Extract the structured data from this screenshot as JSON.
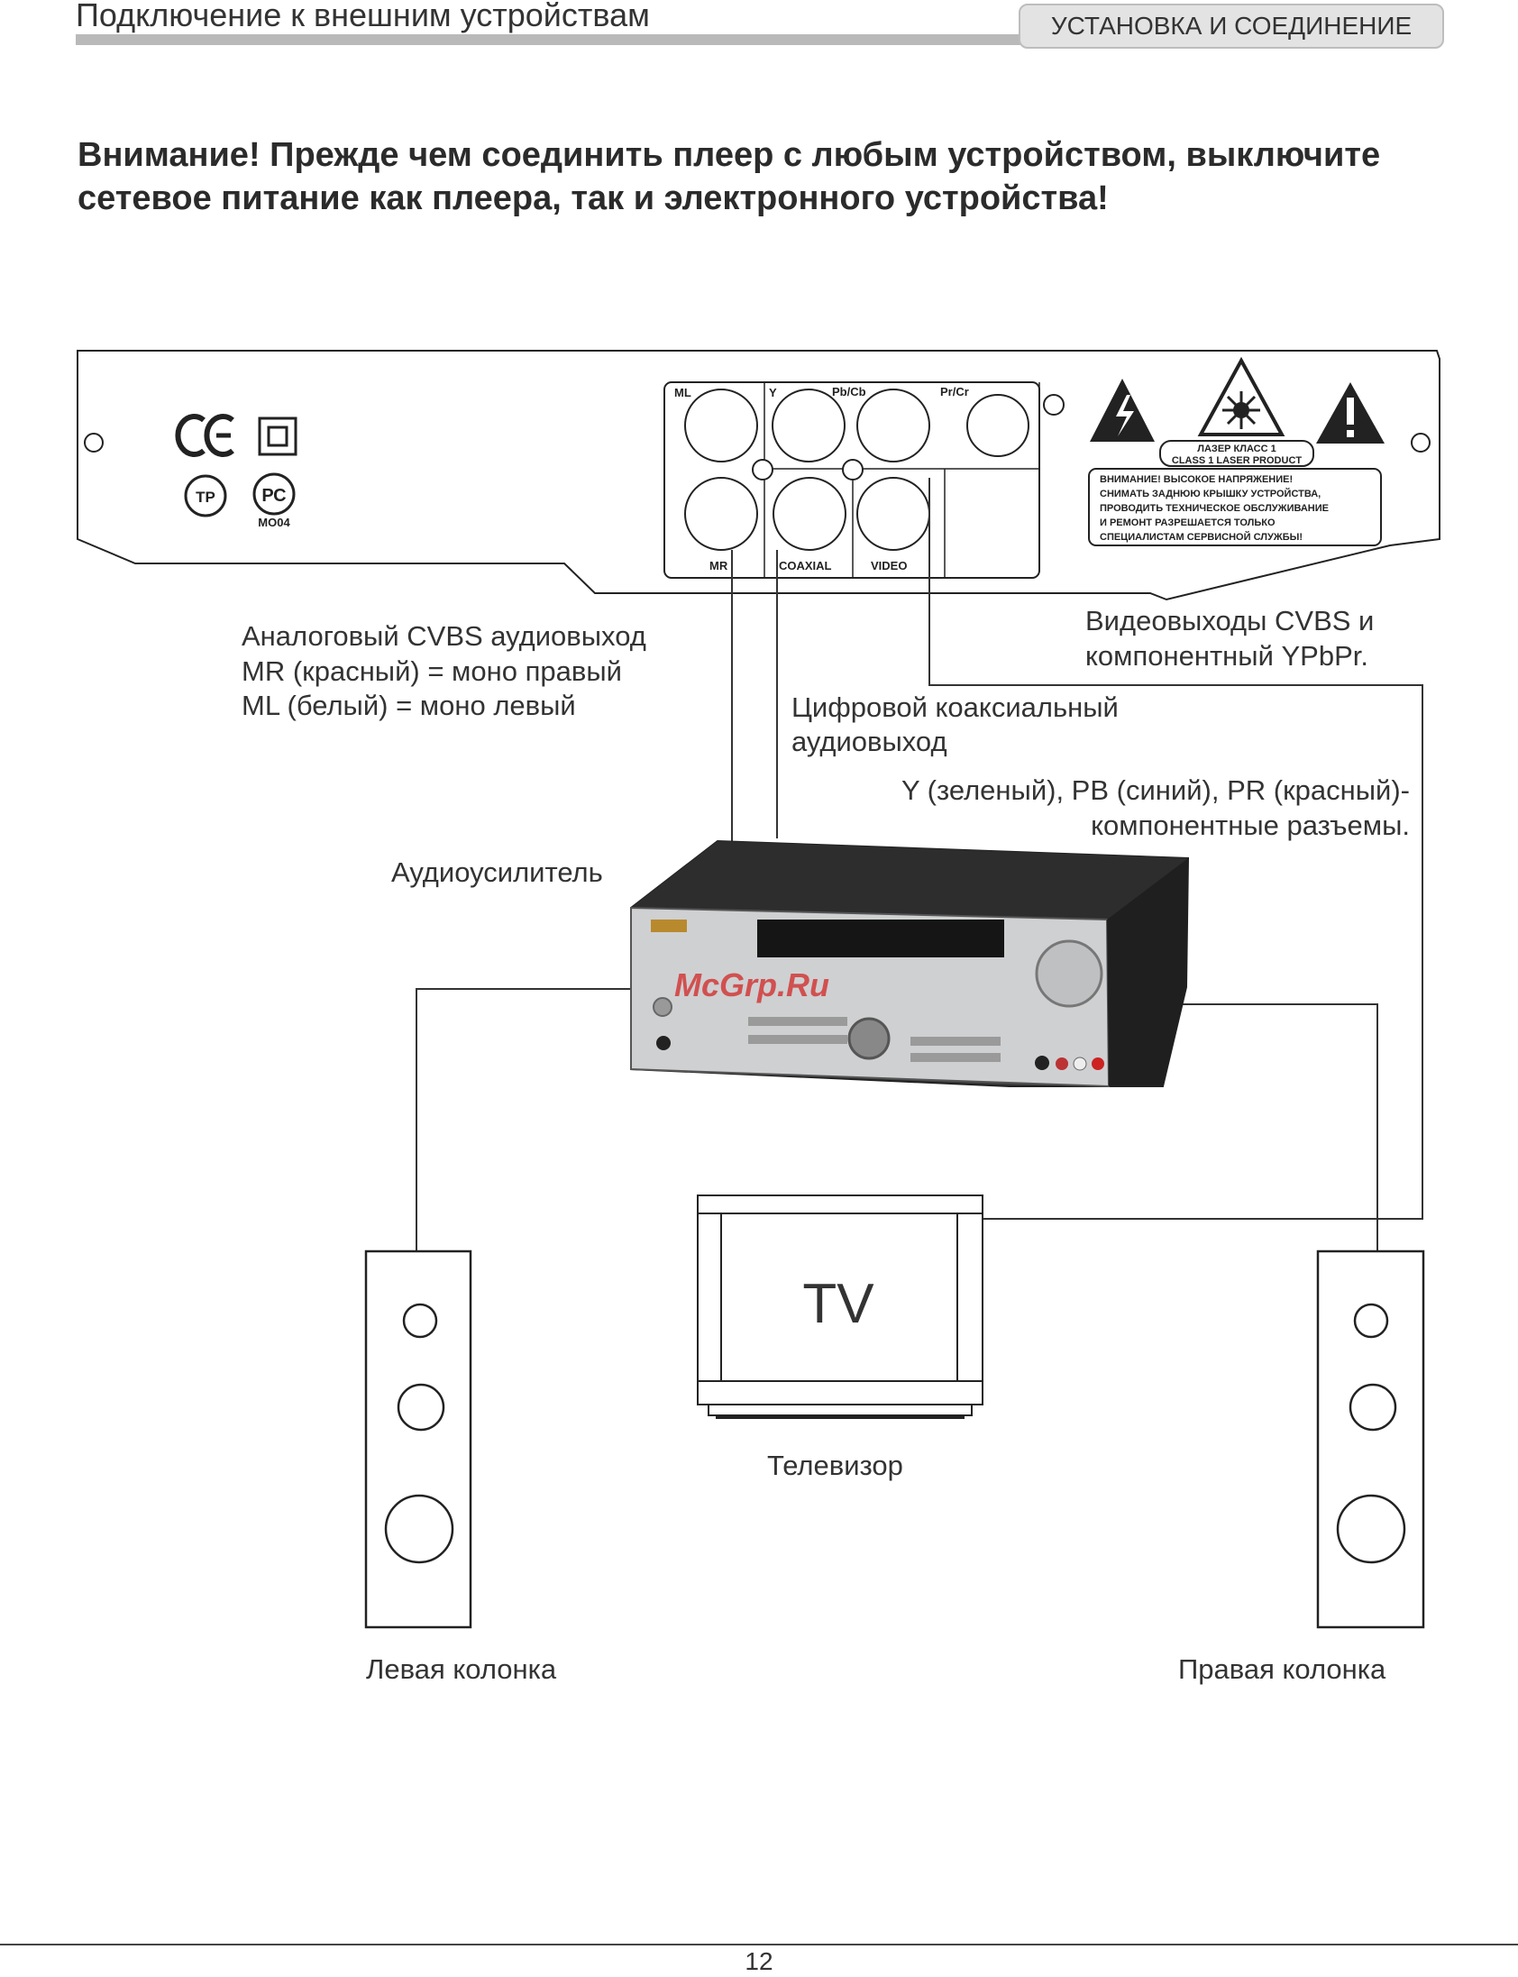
{
  "header": {
    "title": "Подключение к внешним устройствам",
    "section_tab": "УСТАНОВКА И СОЕДИНЕНИЕ"
  },
  "warning": "Внимание! Прежде чем соединить плеер с любым устройством, выключите сетевое питание как плеера, так и электронного устройства!",
  "player_panel": {
    "cert_mark": "MO04",
    "ports": {
      "ml": "ML",
      "y": "Y",
      "pb": "Pb/Cb",
      "pr": "Pr/Cr",
      "mr": "MR",
      "coaxial": "COAXIAL",
      "video": "VIDEO"
    },
    "laser_label_line1": "ЛАЗЕР КЛАСС 1",
    "laser_label_line2": "CLASS 1 LASER PRODUCT",
    "hv_warning": [
      "ВНИМАНИЕ! ВЫСОКОЕ НАПРЯЖЕНИЕ!",
      "СНИМАТЬ ЗАДНЮЮ КРЫШКУ УСТРОЙСТВА,",
      "ПРОВОДИТЬ ТЕХНИЧЕСКОЕ ОБСЛУЖИВАНИЕ",
      "И РЕМОНТ РАЗРЕШАЕТСЯ ТОЛЬКО",
      "СПЕЦИАЛИСТАМ СЕРВИСНОЙ СЛУЖБЫ!"
    ]
  },
  "labels": {
    "analog_line1": "Аналоговый CVBS аудиовыход",
    "analog_line2": "MR (красный) = моно правый",
    "analog_line3": "ML (белый) = моно левый",
    "video_line1": "Видеовыходы CVBS и",
    "video_line2": "компонентный YPbPr.",
    "coax_line1": "Цифровой коаксиальный",
    "coax_line2": "аудиовыход",
    "component_line1": "Y (зеленый), PB (синий), PR (красный)-",
    "component_line2": "компонентные разъемы.",
    "amplifier": "Аудиоусилитель",
    "tv_screen": "TV",
    "tv": "Телевизор",
    "left_speaker": "Левая колонка",
    "right_speaker": "Правая колонка"
  },
  "watermark": "McGrp.Ru",
  "page_number": "12"
}
